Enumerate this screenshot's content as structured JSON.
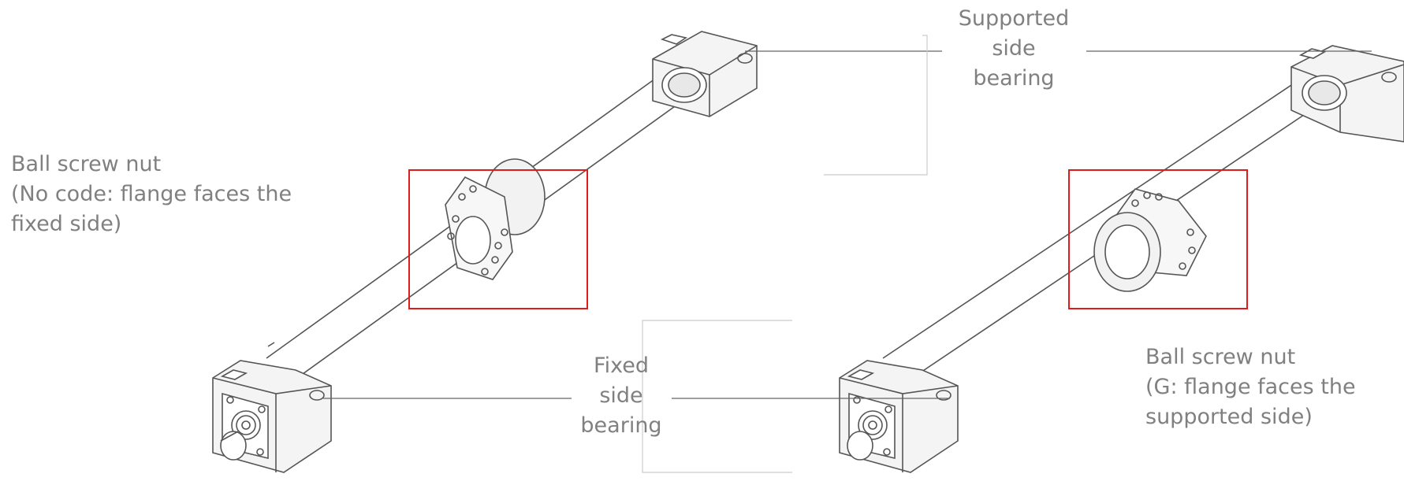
{
  "labels": {
    "left_nut": {
      "line1": "Ball screw nut",
      "line2": "(No code: flange faces the",
      "line3": "fixed side)"
    },
    "supported_bearing": {
      "line1": "Supported",
      "line2": "side",
      "line3": "bearing"
    },
    "fixed_bearing": {
      "line1": "Fixed",
      "line2": "side",
      "line3": "bearing"
    },
    "right_nut": {
      "line1": "Ball screw nut",
      "line2": "(G: flange faces the",
      "line3": "supported side)"
    }
  },
  "colors": {
    "label_text": "#808080",
    "highlight_box": "#e01b1b",
    "line_art": "#555555"
  }
}
